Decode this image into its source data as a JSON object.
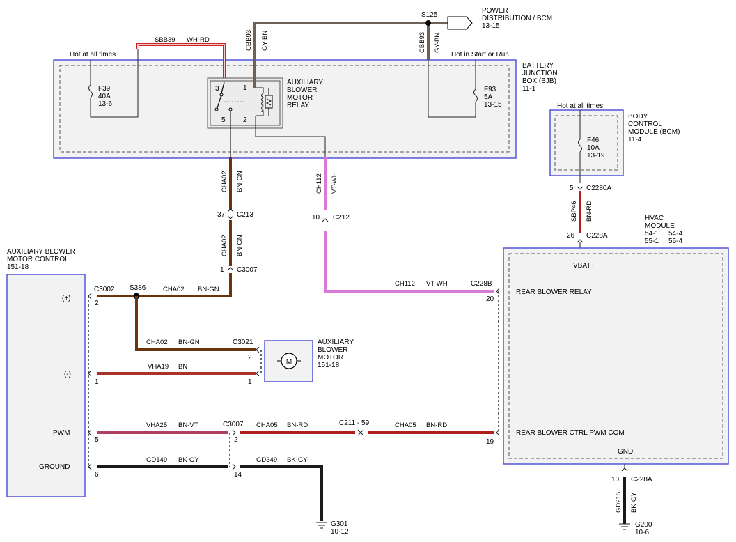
{
  "components": {
    "bjb": {
      "lines": [
        "BATTERY",
        "JUNCTION",
        "BOX (BJB)",
        "11-1"
      ]
    },
    "bcm": {
      "lines": [
        "BODY",
        "CONTROL",
        "MODULE (BCM)",
        "11-4"
      ],
      "hot": "Hot at all times"
    },
    "hvac": {
      "lines": [
        "HVAC",
        "MODULE"
      ],
      "refs_left": [
        "54-1",
        "55-1"
      ],
      "refs_right": [
        "54-4",
        "55-4"
      ],
      "pins": {
        "vbatt": "VBATT",
        "relay": "REAR BLOWER RELAY",
        "pwm": "REAR BLOWER CTRL PWM COM",
        "gnd": "GND"
      }
    },
    "aux_control": {
      "lines": [
        "AUXILIARY BLOWER",
        "MOTOR CONTROL",
        "151-18"
      ],
      "pins": {
        "plus": "(+)",
        "minus": "(-)",
        "pwm": "PWM",
        "ground": "GROUND"
      }
    },
    "aux_motor": {
      "lines": [
        "AUXILIARY",
        "BLOWER",
        "MOTOR",
        "151-18"
      ],
      "symbol": "M"
    },
    "relay": {
      "lines": [
        "AUXILIARY",
        "BLOWER",
        "MOTOR",
        "RELAY"
      ],
      "pins": [
        "3",
        "1",
        "5",
        "2"
      ]
    },
    "power_dist": {
      "lines": [
        "POWER",
        "DISTRIBUTION / BCM",
        "13-15"
      ]
    },
    "bjb_hot_left": "Hot at all times",
    "bjb_hot_right": "Hot in Start or Run"
  },
  "fuses": {
    "f39": [
      "F39",
      "40A",
      "13-6"
    ],
    "f93": [
      "F93",
      "5A",
      "13-15"
    ],
    "f46": [
      "F46",
      "10A",
      "13-19"
    ]
  },
  "splices": {
    "s125": "S125",
    "s386": "S386"
  },
  "wires": {
    "sbb39": {
      "circuit": "SBB39",
      "color": "WH-RD"
    },
    "cbb93_a": {
      "circuit": "CBB93",
      "color": "GY-BN"
    },
    "cbb93_b": {
      "circuit": "CBB93",
      "color": "GY-BN"
    },
    "cha02_a": {
      "circuit": "CHA02",
      "color": "BN-GN"
    },
    "cha02_b": {
      "circuit": "CHA02",
      "color": "BN-GN"
    },
    "cha02_c": {
      "circuit": "CHA02",
      "color": "BN-GN"
    },
    "cha02_d": {
      "circuit": "CHA02",
      "color": "BN-GN"
    },
    "ch112_v": {
      "circuit": "CH112",
      "color": "VT-WH"
    },
    "ch112_h": {
      "circuit": "CH112",
      "color": "VT-WH"
    },
    "sbp46": {
      "circuit": "SBP46",
      "color": "BN-RD"
    },
    "vha19": {
      "circuit": "VHA19",
      "color": "BN"
    },
    "vha25": {
      "circuit": "VHA25",
      "color": "BN-VT"
    },
    "cha05_a": {
      "circuit": "CHA05",
      "color": "BN-RD"
    },
    "cha05_b": {
      "circuit": "CHA05",
      "color": "BN-RD"
    },
    "gd149": {
      "circuit": "GD149",
      "color": "BK-GY"
    },
    "gd349": {
      "circuit": "GD349",
      "color": "BK-GY"
    },
    "gd215": {
      "circuit": "GD215",
      "color": "BK-GY"
    }
  },
  "connectors": {
    "c213": {
      "name": "C213",
      "pin": "37"
    },
    "c212": {
      "name": "C212",
      "pin": "10"
    },
    "c3007_top": {
      "name": "C3007",
      "pin": "1"
    },
    "c3002": {
      "name": "C3002",
      "pin_plus": "2",
      "pin_minus": "1",
      "pin_pwm": "5",
      "pin_gnd": "6"
    },
    "c3021": {
      "name": "C3021",
      "pin_a": "2",
      "pin_b": "1"
    },
    "c3007_low": {
      "name": "C3007",
      "pin_pwm": "2",
      "pin_gnd": "14"
    },
    "c211": {
      "name": "C211 - 59"
    },
    "c228b": {
      "name": "C228B",
      "pin_relay": "20",
      "pin_pwm": "19"
    },
    "c2280a": {
      "name": "C2280A",
      "pin": "5"
    },
    "c228a_top": {
      "name": "C228A",
      "pin": "26"
    },
    "c228a_bot": {
      "name": "C228A",
      "pin": "10"
    }
  },
  "grounds": {
    "g301": [
      "G301",
      "10-12"
    ],
    "g200": [
      "G200",
      "10-6"
    ]
  },
  "colors": {
    "border": "#3d3dd6",
    "bn_gn": "#6b3410",
    "bn_rd": "#b01e1e",
    "vt_wh": "#d87ad8",
    "bn_vt": "#b04060",
    "bn": "#a83228",
    "bk_gy": "#1a1a1a",
    "gy_bn": "#6e6258"
  }
}
